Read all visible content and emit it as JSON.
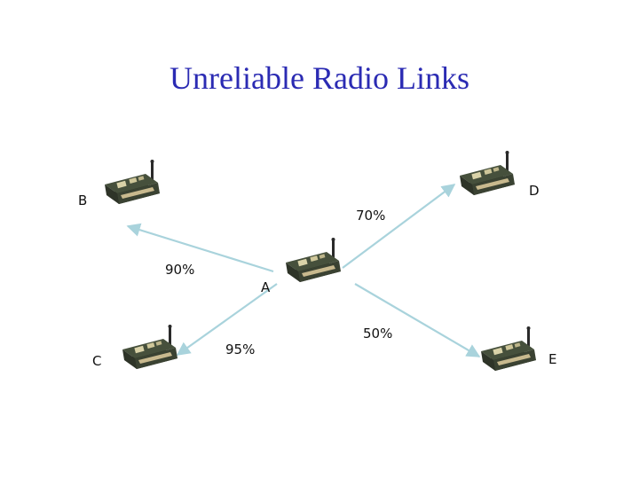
{
  "title": "Unreliable Radio Links",
  "colors": {
    "title": "#2b2bb3",
    "arrow": "#a9d3dc",
    "board": "#46503c",
    "board_dark": "#1c1f18",
    "antenna": "#2a2a2a"
  },
  "nodes": {
    "A": {
      "label": "A",
      "icon": "radio-mote-icon"
    },
    "B": {
      "label": "B",
      "icon": "radio-mote-icon"
    },
    "C": {
      "label": "C",
      "icon": "radio-mote-icon"
    },
    "D": {
      "label": "D",
      "icon": "radio-mote-icon"
    },
    "E": {
      "label": "E",
      "icon": "radio-mote-icon"
    }
  },
  "links": [
    {
      "from": "A",
      "to": "B",
      "reliability": "90%"
    },
    {
      "from": "A",
      "to": "C",
      "reliability": "95%"
    },
    {
      "from": "A",
      "to": "D",
      "reliability": "70%"
    },
    {
      "from": "A",
      "to": "E",
      "reliability": "50%"
    }
  ]
}
